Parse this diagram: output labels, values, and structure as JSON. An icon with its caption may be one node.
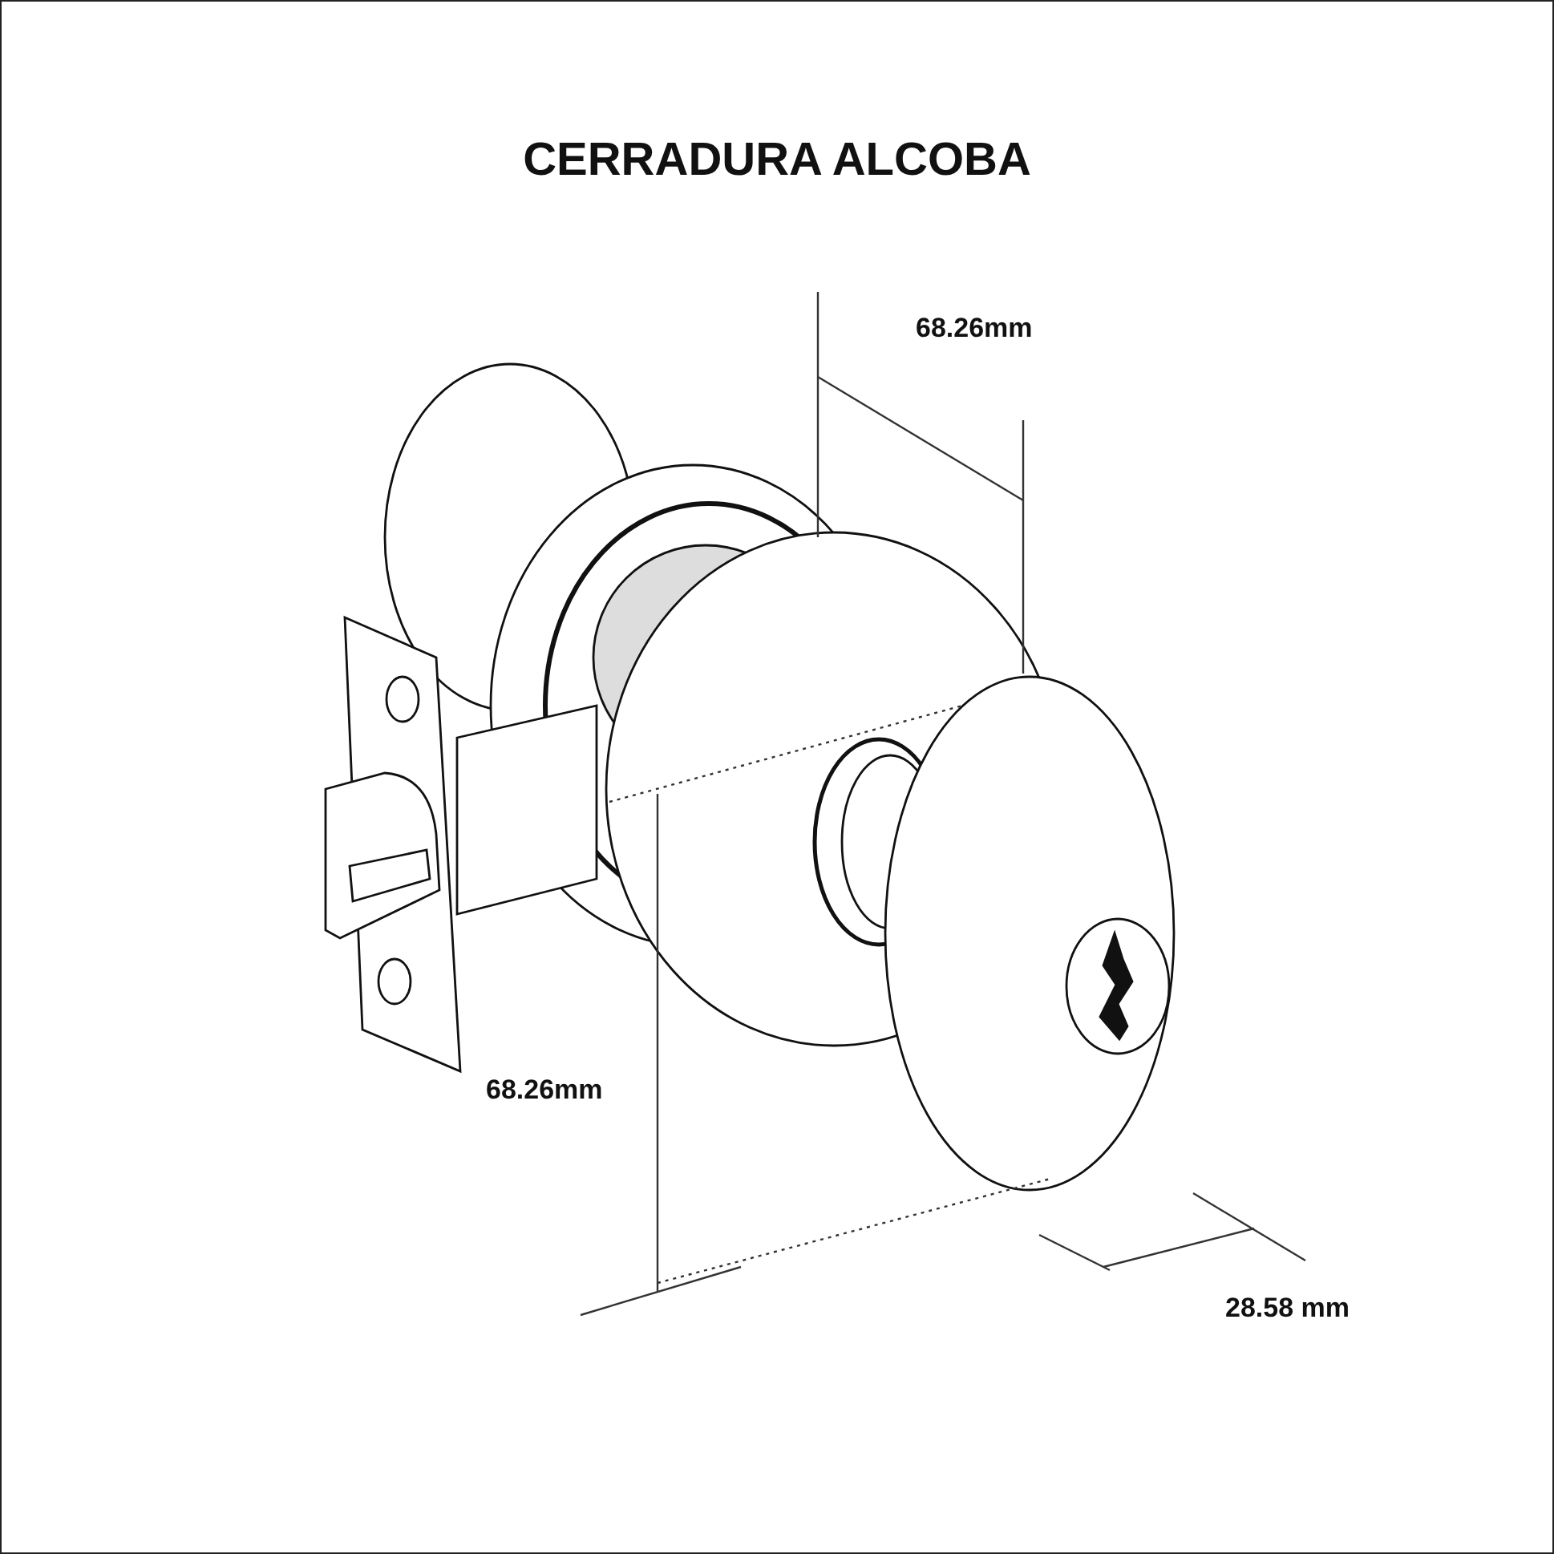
{
  "diagram": {
    "title": "CERRADURA ALCOBA",
    "labels": [
      "68.26mm",
      "68.26mm",
      "28.58 mm"
    ]
  }
}
